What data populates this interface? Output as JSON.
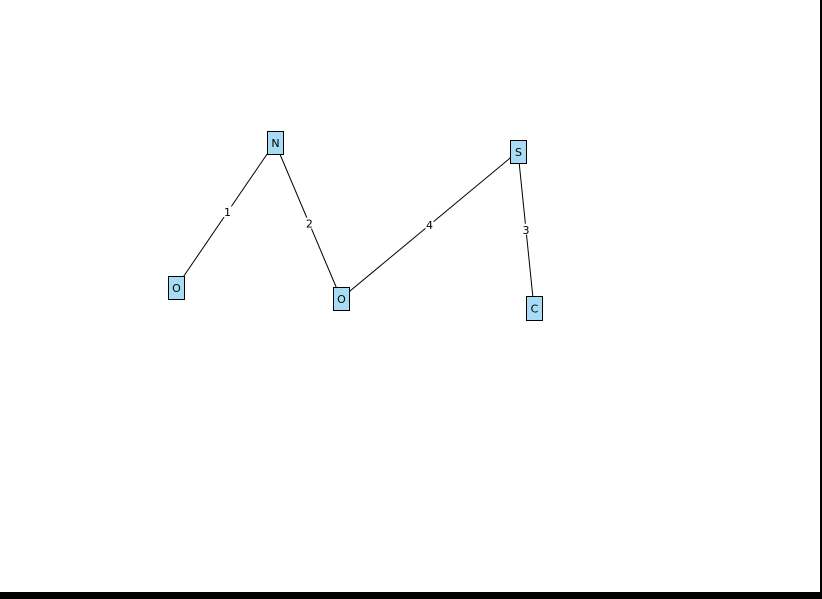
{
  "graph": {
    "nodes": [
      {
        "id": "n_o1",
        "label": "O"
      },
      {
        "id": "n_n",
        "label": "N"
      },
      {
        "id": "n_o2",
        "label": "O"
      },
      {
        "id": "n_s",
        "label": "S"
      },
      {
        "id": "n_c",
        "label": "C"
      }
    ],
    "edges": [
      {
        "source": "n_o1",
        "target": "n_n",
        "label": "1"
      },
      {
        "source": "n_n",
        "target": "n_o2",
        "label": "2"
      },
      {
        "source": "n_o2",
        "target": "n_s",
        "label": "4"
      },
      {
        "source": "n_s",
        "target": "n_c",
        "label": "3"
      }
    ],
    "colors": {
      "node_fill": "#a8dcf5",
      "node_stroke": "#000000",
      "edge": "#000000",
      "background": "#ffffff"
    }
  }
}
